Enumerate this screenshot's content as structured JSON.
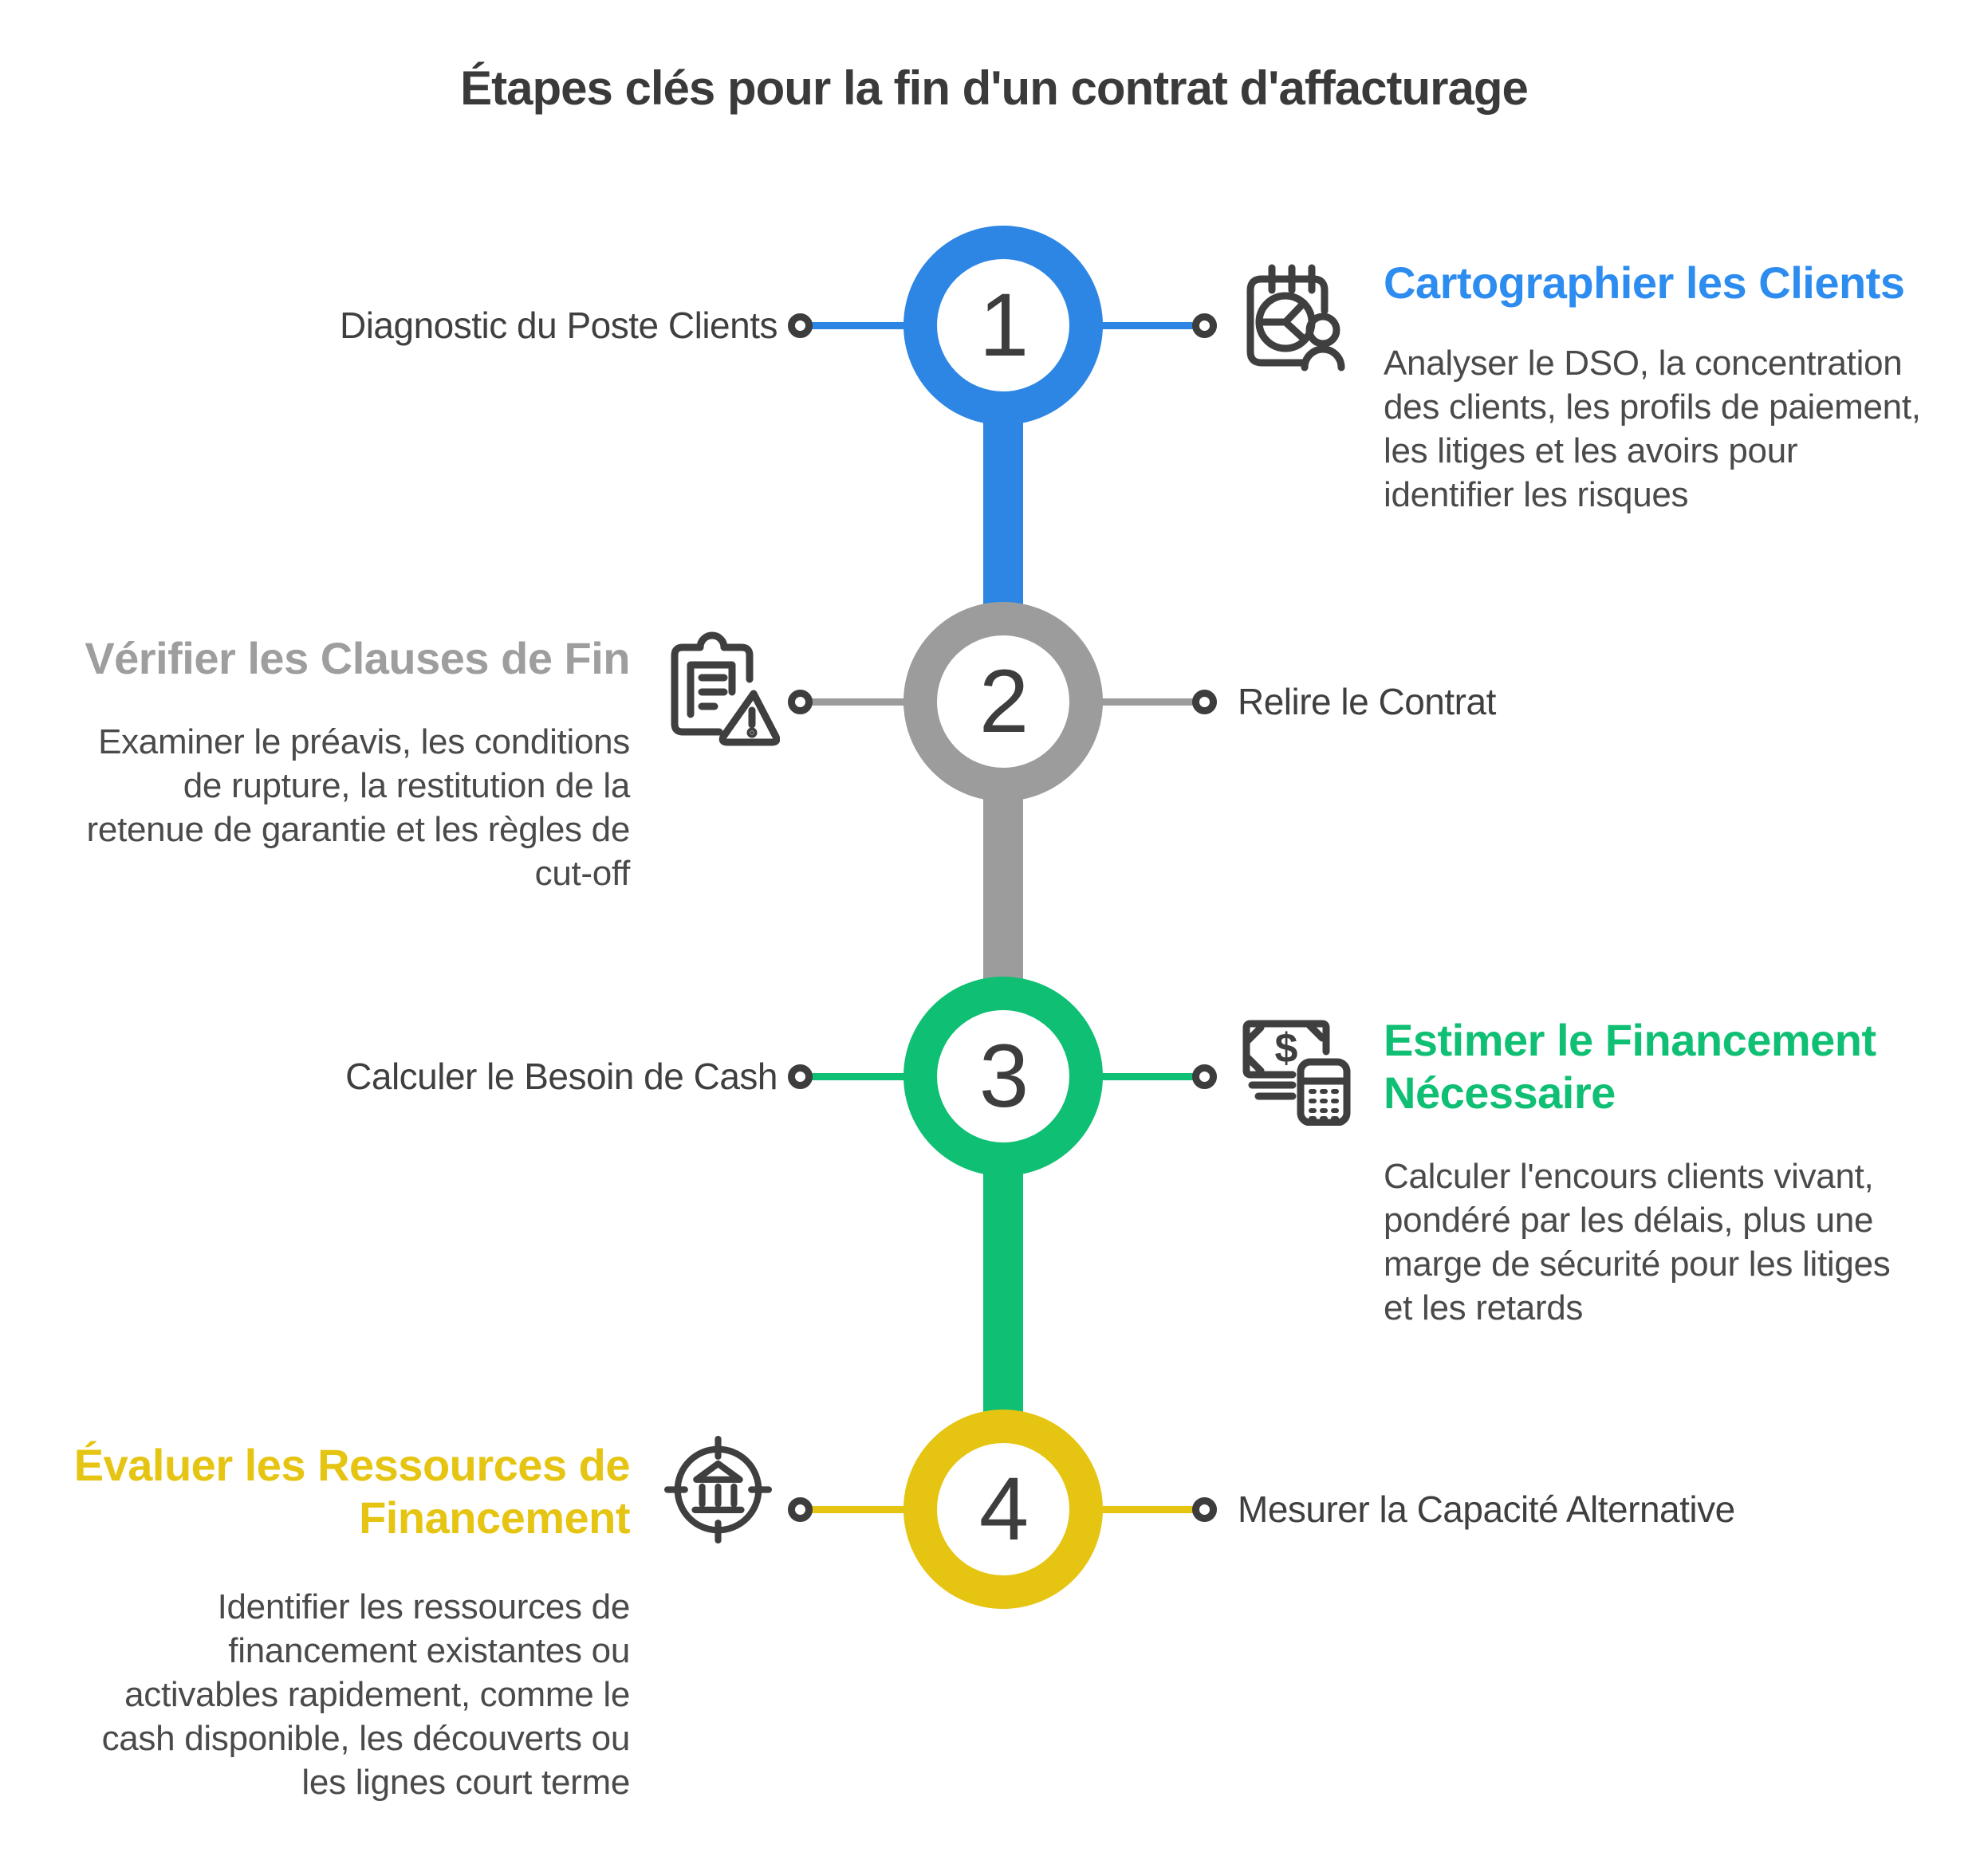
{
  "title": "Étapes clés pour la fin d'un contrat d'affacturage",
  "colors": {
    "step1_blue": "#2e86e4",
    "step2_gray": "#9c9c9c",
    "step3_green": "#0fbf73",
    "step4_yellow": "#e6c412",
    "heading_gray": "#9e9e9e",
    "dark_text": "#3d3d3d",
    "body_text": "#4a4a4a"
  },
  "steps": [
    {
      "number": "1",
      "color": "#2e86e4",
      "heading_color": "#2d8cf0",
      "left_label": "Diagnostic du Poste Clients",
      "icon": "calendar-pie-person-icon",
      "right_heading": "Cartographier les Clients",
      "right_body": [
        "Analyser le DSO, la concentration",
        "des clients, les profils de paiement,",
        "les litiges et les avoirs pour",
        "identifier les risques"
      ]
    },
    {
      "number": "2",
      "color": "#9c9c9c",
      "heading_color": "#9e9e9e",
      "left_heading": "Vérifier les Clauses de Fin",
      "left_body": [
        "Examiner le préavis, les conditions",
        "de rupture, la restitution de la",
        "retenue de garantie et les règles de",
        "cut-off"
      ],
      "icon": "clipboard-warning-icon",
      "right_label": "Relire le Contrat"
    },
    {
      "number": "3",
      "color": "#0fbf73",
      "heading_color": "#0fbf73",
      "left_label": "Calculer le Besoin de Cash",
      "icon": "cash-calculator-icon",
      "right_heading": [
        "Estimer le Financement",
        "Nécessaire"
      ],
      "right_body": [
        "Calculer l'encours clients vivant,",
        "pondéré par les délais, plus une",
        "marge de sécurité pour les litiges",
        "et les retards"
      ]
    },
    {
      "number": "4",
      "color": "#e6c412",
      "heading_color": "#e6c412",
      "left_heading": [
        "Évaluer les Ressources de",
        "Financement"
      ],
      "left_body": [
        "Identifier les ressources de",
        "financement existantes ou",
        "activables rapidement, comme le",
        "cash disponible, les découverts ou",
        "les lignes court terme"
      ],
      "icon": "bank-target-icon",
      "right_label": "Mesurer la Capacité Alternative"
    }
  ]
}
